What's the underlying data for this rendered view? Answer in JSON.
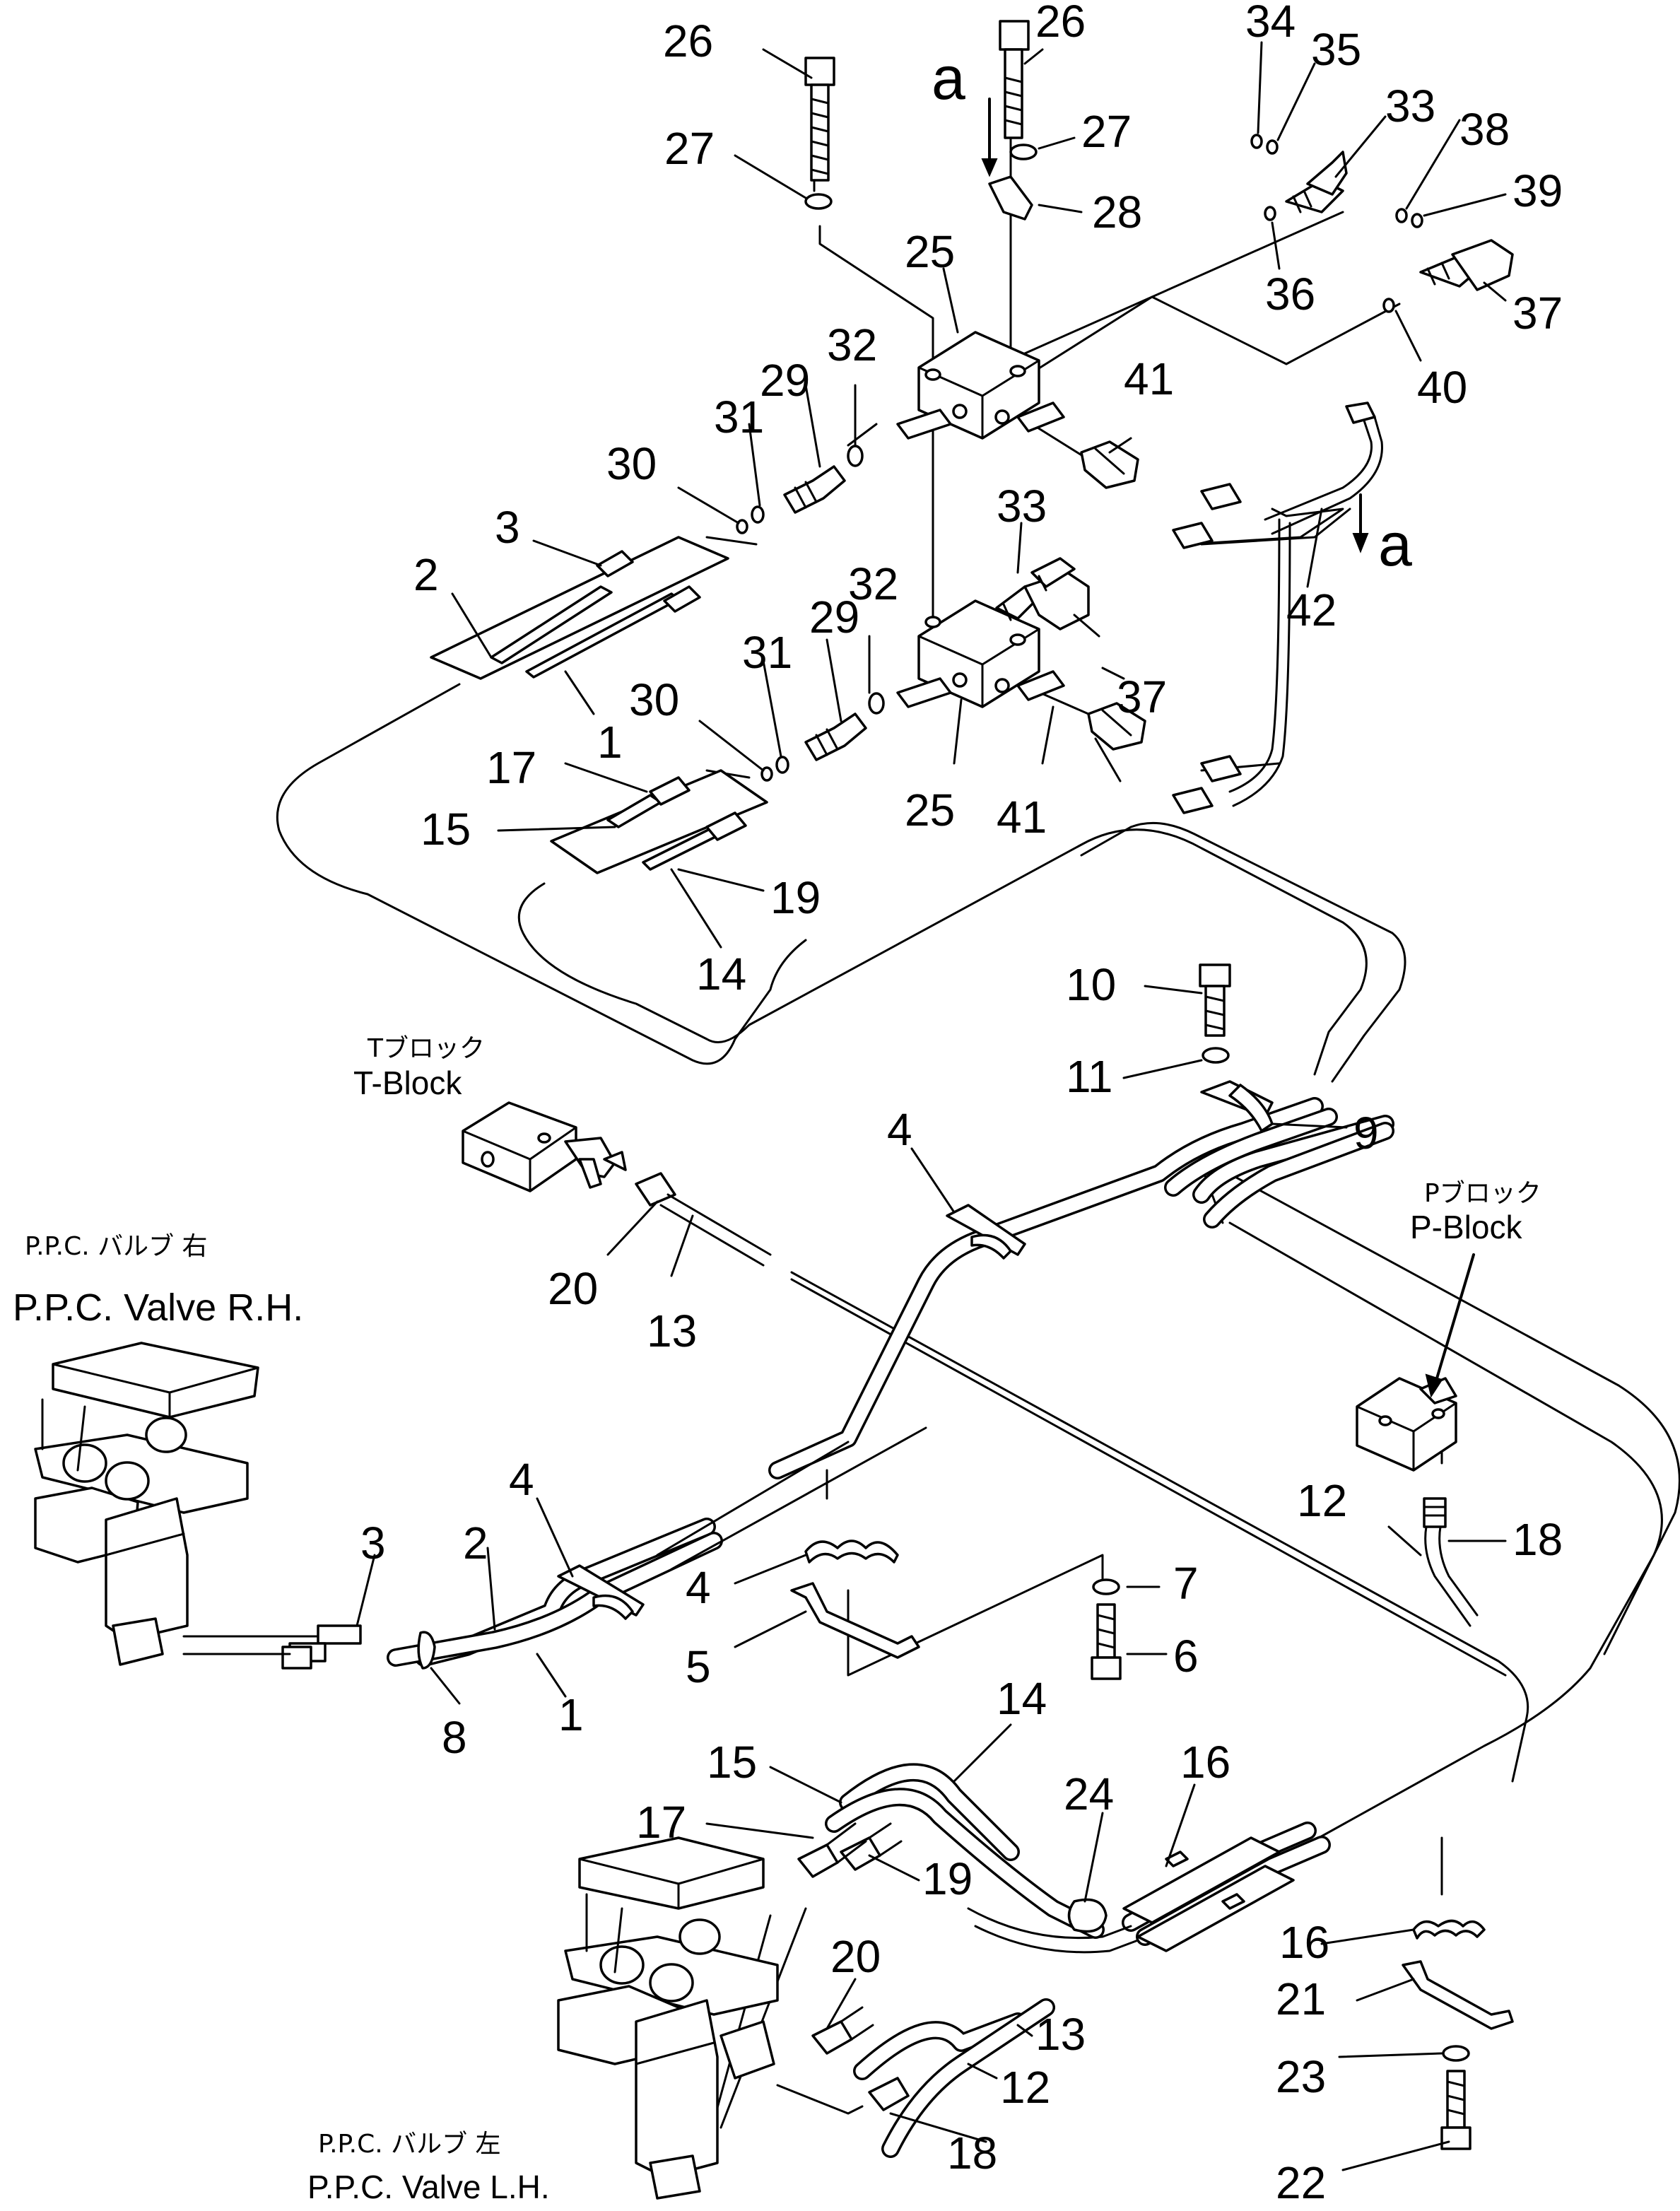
{
  "callouts": {
    "n1a": "1",
    "n1b": "1",
    "n2a": "2",
    "n2b": "2",
    "n3a": "3",
    "n3b": "3",
    "n4a": "4",
    "n4b": "4",
    "n4c": "4",
    "n5": "5",
    "n6": "6",
    "n7": "7",
    "n8": "8",
    "n9": "9",
    "n10": "10",
    "n11": "11",
    "n12a": "12",
    "n12b": "12",
    "n13a": "13",
    "n13b": "13",
    "n14a": "14",
    "n14b": "14",
    "n15a": "15",
    "n15b": "15",
    "n16a": "16",
    "n16b": "16",
    "n17a": "17",
    "n17b": "17",
    "n18a": "18",
    "n18b": "18",
    "n19a": "19",
    "n19b": "19",
    "n20a": "20",
    "n20b": "20",
    "n21": "21",
    "n22": "22",
    "n23": "23",
    "n24": "24",
    "n25a": "25",
    "n25b": "25",
    "n26a": "26",
    "n26b": "26",
    "n27a": "27",
    "n27b": "27",
    "n28": "28",
    "n29a": "29",
    "n29b": "29",
    "n30a": "30",
    "n30b": "30",
    "n31a": "31",
    "n31b": "31",
    "n32a": "32",
    "n32b": "32",
    "n33a": "33",
    "n33b": "33",
    "n34": "34",
    "n35": "35",
    "n36": "36",
    "n37a": "37",
    "n37b": "37",
    "n38": "38",
    "n39": "39",
    "n40": "40",
    "n41a": "41",
    "n41b": "41",
    "n42": "42"
  },
  "view_marks": {
    "a_top": "a",
    "a_right": "a"
  },
  "labels": {
    "t_block_jp": "Tブロック",
    "t_block_en": "T-Block",
    "p_block_jp": "Pブロック",
    "p_block_en": "P-Block",
    "ppc_rh_jp": "P.P.C. バルブ 右",
    "ppc_rh_en": "P.P.C. Valve R.H.",
    "ppc_lh_jp": "P.P.C. バルブ 左",
    "ppc_lh_en": "P.P.C. Valve L.H."
  }
}
